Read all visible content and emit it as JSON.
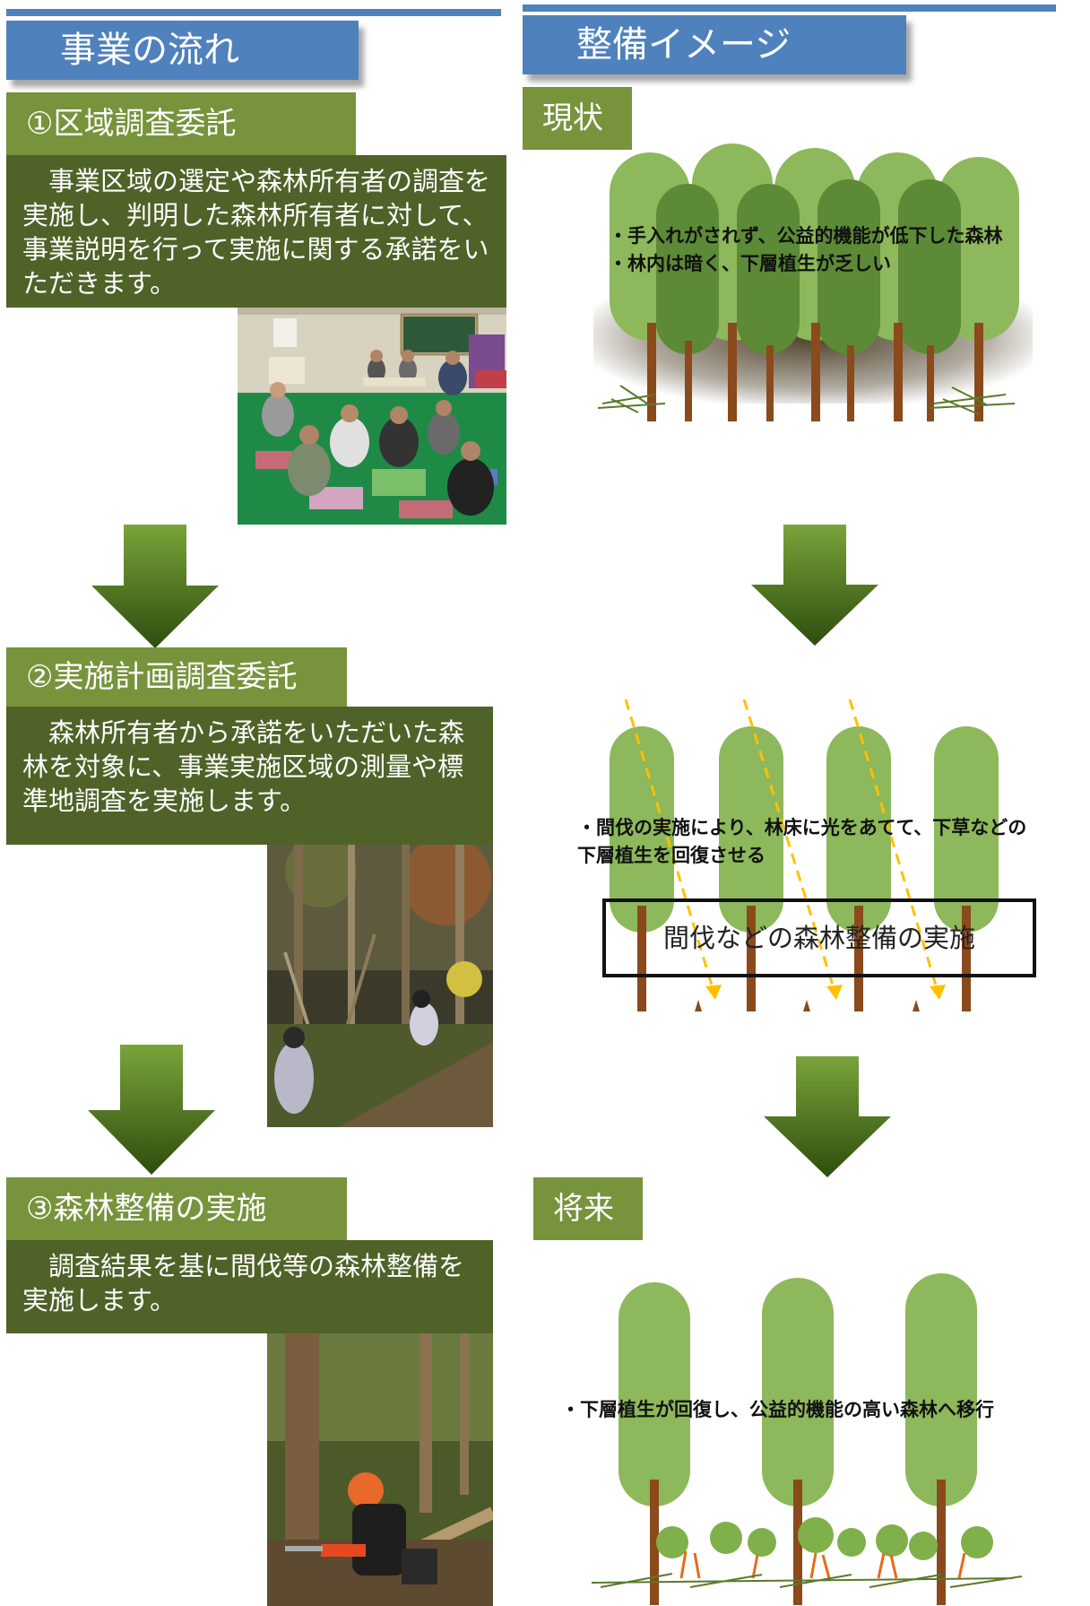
{
  "left": {
    "header": "事業の流れ",
    "steps": [
      {
        "title": "①区域調査委託",
        "body": "事業区域の選定や森林所有者の調査を実施し、判明した森林所有者に対して、事業説明を行って実施に関する承諾をいただきます。"
      },
      {
        "title": "②実施計画調査委託",
        "body": "森林所有者から承諾をいただいた森林を対象に、事業実施区域の測量や標準地調査を実施します。"
      },
      {
        "title": "③森林整備の実施",
        "body": "調査結果を基に間伐等の森林整備を実施します。"
      }
    ]
  },
  "right": {
    "header": "整備イメージ",
    "current": {
      "label": "現状",
      "notes": [
        "・手入れがされず、公益的機能が低下した森林",
        "・林内は暗く、下層植生が乏しい"
      ]
    },
    "middle": {
      "notes": [
        "・間伐の実施により、林床に光をあてて、下草などの",
        "下層植生を回復させる"
      ],
      "box": "間伐などの森林整備の実施"
    },
    "future": {
      "label": "将来",
      "notes": [
        "・下層植生が回復し、公益的機能の高い森林へ移行"
      ]
    }
  },
  "colors": {
    "header_blue": "#4f81bd",
    "olive": "#77933c",
    "dark_olive": "#4f6228",
    "arrow": "#4f6228",
    "light_arrow": "#ffc000"
  }
}
